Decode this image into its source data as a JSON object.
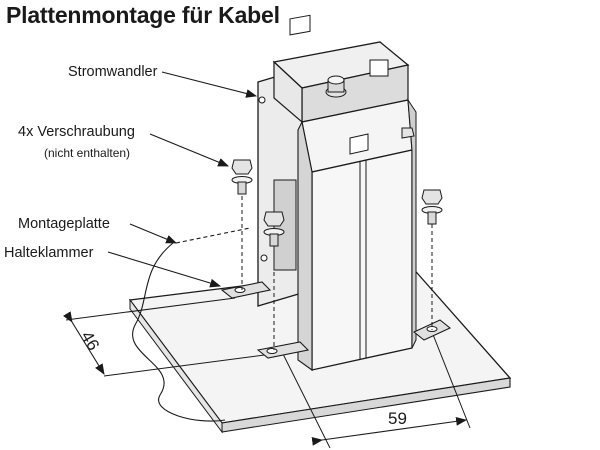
{
  "title": "Plattenmontage für Kabel",
  "labels": {
    "current_transformer": "Stromwandler",
    "screws": "4x Verschraubung",
    "screws_note": "(nicht enthalten)",
    "mounting_plate": "Montageplatte",
    "clamp": "Halteklammer"
  },
  "dimensions": {
    "depth": "46",
    "width": "59"
  }
}
